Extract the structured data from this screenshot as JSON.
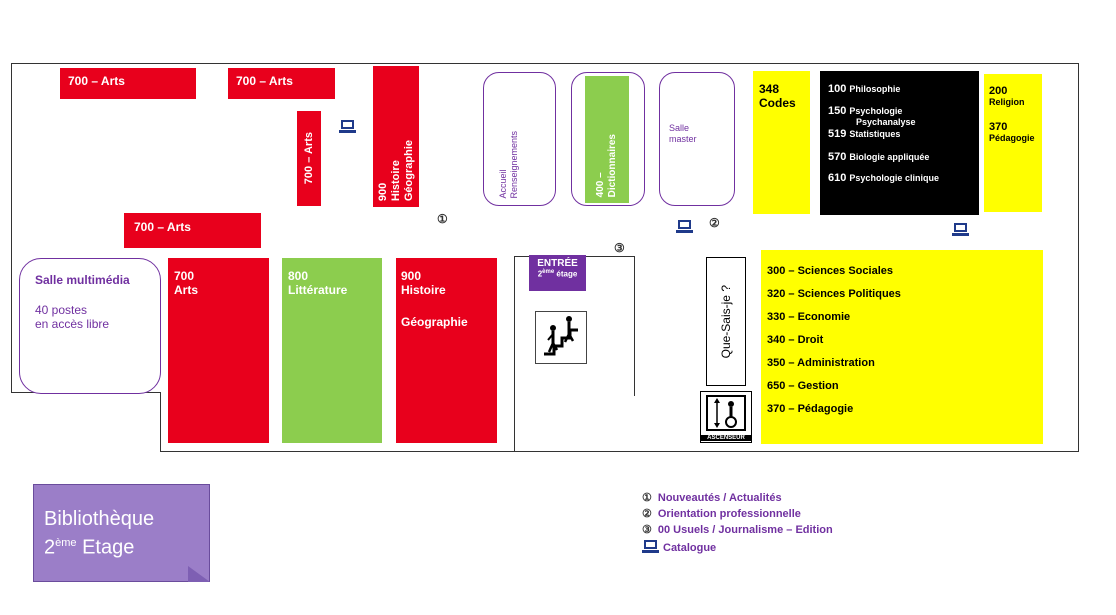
{
  "sections": {
    "arts_top_left": "700 – Arts",
    "arts_top_mid": "700 – Arts",
    "arts_vertical": "700 – Arts",
    "arts_left_mid": "700 – Arts",
    "histoire_vertical": {
      "line1": "900",
      "line2": "Histoire",
      "line3": "Géographie"
    },
    "accueil": {
      "line1": "Accueil",
      "line2": "Renseignements"
    },
    "dictionnaires": {
      "line1": "400 –",
      "line2": "Dictionnaires"
    },
    "salle_master": {
      "line1": "Salle",
      "line2": "master"
    },
    "codes": {
      "line1": "348",
      "line2": "Codes"
    },
    "black_list": [
      {
        "num": "100",
        "label": "Philosophie"
      },
      {
        "num": "150",
        "label": "Psychologie",
        "extra": "Psychanalyse"
      },
      {
        "num": "519",
        "label": "Statistiques"
      },
      {
        "num": "570",
        "label": "Biologie appliquée"
      },
      {
        "num": "610",
        "label": "Psychologie clinique"
      }
    ],
    "religion": {
      "num1": "200",
      "label1": "Religion",
      "num2": "370",
      "label2": "Pédagogie"
    },
    "salle_multimedia": {
      "title": "Salle multimédia",
      "line1": "40 postes",
      "line2": "en accès libre"
    },
    "arts_bottom": {
      "line1": "700",
      "line2": "Arts"
    },
    "litterature": {
      "line1": "800",
      "line2": "Littérature"
    },
    "histoire_bottom": {
      "line1": "900",
      "line2": "Histoire",
      "line3": "Géographie"
    },
    "entree": {
      "line1": "ENTRÉE",
      "line2a": "2",
      "line2sup": "ème",
      "line2b": " étage"
    },
    "que_sais_je": "Que-Sais-je ?",
    "ascenseur": "ASCENSEUR",
    "sciences": [
      "300 – Sciences Sociales",
      "320 – Sciences Politiques",
      "330 – Economie",
      "340 – Droit",
      "350 – Administration",
      "650 – Gestion",
      "370 – Pédagogie"
    ]
  },
  "markers": {
    "one": "①",
    "two": "②",
    "three": "③"
  },
  "title_card": {
    "line1": "Bibliothèque",
    "line2a": "2",
    "line2sup": "ème",
    "line2b": " Etage"
  },
  "legend": [
    {
      "symbol": "①",
      "text": "Nouveautés / Actualités"
    },
    {
      "symbol": "②",
      "text": "Orientation professionnelle"
    },
    {
      "symbol": "③",
      "text": "00 Usuels / Journalisme – Edition"
    },
    {
      "symbol": "computer-icon",
      "text": "Catalogue"
    }
  ],
  "colors": {
    "arts_red": "#e8001c",
    "green": "#8ccd4e",
    "yellow": "#ffff00",
    "purple": "#7030a0",
    "title_card": "#9b7ec8"
  }
}
